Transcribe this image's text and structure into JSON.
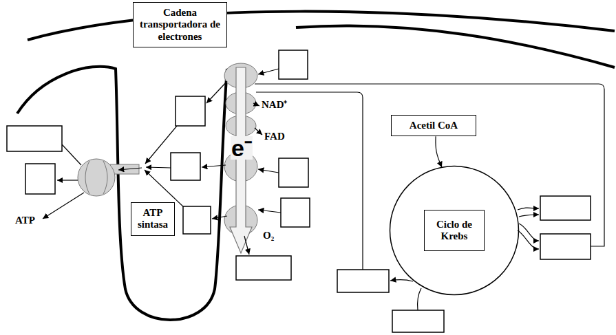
{
  "diagram": {
    "nodes": [
      {
        "text": [
          "Cadena transportadora de electrones"
        ]
      },
      {
        "text": [
          "ATP sintasa"
        ]
      },
      {
        "text": [
          "Acetil CoA"
        ]
      },
      {
        "text": [
          "Ciclo de Krebs"
        ]
      }
    ],
    "edges": [
      {
        "from": 2,
        "to": 3,
        "arrow": "to"
      }
    ],
    "labels": [
      "NAD⁺",
      "FAD",
      "e⁻",
      "O₂",
      "ATP"
    ]
  }
}
